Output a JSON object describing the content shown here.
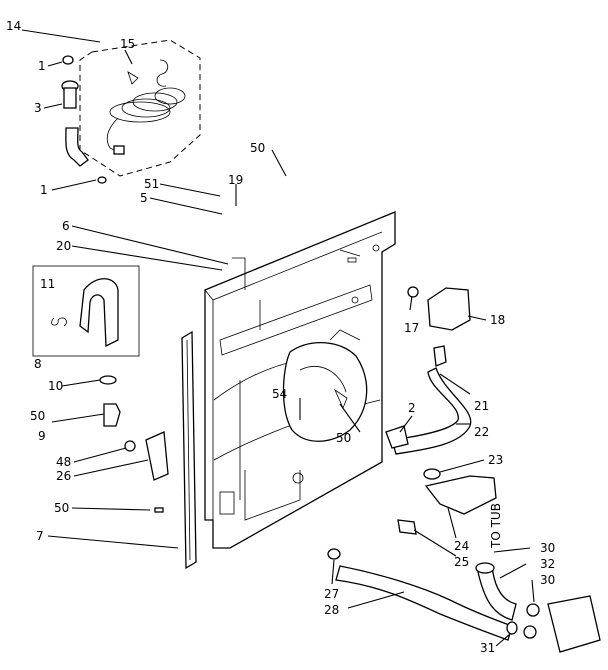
{
  "diagram": {
    "callouts": [
      {
        "id": "c14",
        "text": "14"
      },
      {
        "id": "c15",
        "text": "15"
      },
      {
        "id": "c1a",
        "text": "1"
      },
      {
        "id": "c3",
        "text": "3"
      },
      {
        "id": "c1b",
        "text": "1"
      },
      {
        "id": "c6",
        "text": "6"
      },
      {
        "id": "c20",
        "text": "20"
      },
      {
        "id": "c51",
        "text": "51"
      },
      {
        "id": "c5",
        "text": "5"
      },
      {
        "id": "c19",
        "text": "19"
      },
      {
        "id": "c50a",
        "text": "50"
      },
      {
        "id": "c11",
        "text": "11"
      },
      {
        "id": "c8",
        "text": "8"
      },
      {
        "id": "c10",
        "text": "10"
      },
      {
        "id": "c50b",
        "text": "50"
      },
      {
        "id": "c9",
        "text": "9"
      },
      {
        "id": "c48",
        "text": "48"
      },
      {
        "id": "c26",
        "text": "26"
      },
      {
        "id": "c50c",
        "text": "50"
      },
      {
        "id": "c7",
        "text": "7"
      },
      {
        "id": "c54",
        "text": "54"
      },
      {
        "id": "c50d",
        "text": "50"
      },
      {
        "id": "c17",
        "text": "17"
      },
      {
        "id": "c18",
        "text": "18"
      },
      {
        "id": "c21",
        "text": "21"
      },
      {
        "id": "c2",
        "text": "2"
      },
      {
        "id": "c22",
        "text": "22"
      },
      {
        "id": "c23",
        "text": "23"
      },
      {
        "id": "c24",
        "text": "24"
      },
      {
        "id": "c25",
        "text": "25"
      },
      {
        "id": "c27",
        "text": "27"
      },
      {
        "id": "c28",
        "text": "28"
      },
      {
        "id": "c30a",
        "text": "30"
      },
      {
        "id": "c32",
        "text": "32"
      },
      {
        "id": "c30b",
        "text": "30"
      },
      {
        "id": "c31",
        "text": "31"
      }
    ],
    "to_tub_label": "TO TUB"
  }
}
